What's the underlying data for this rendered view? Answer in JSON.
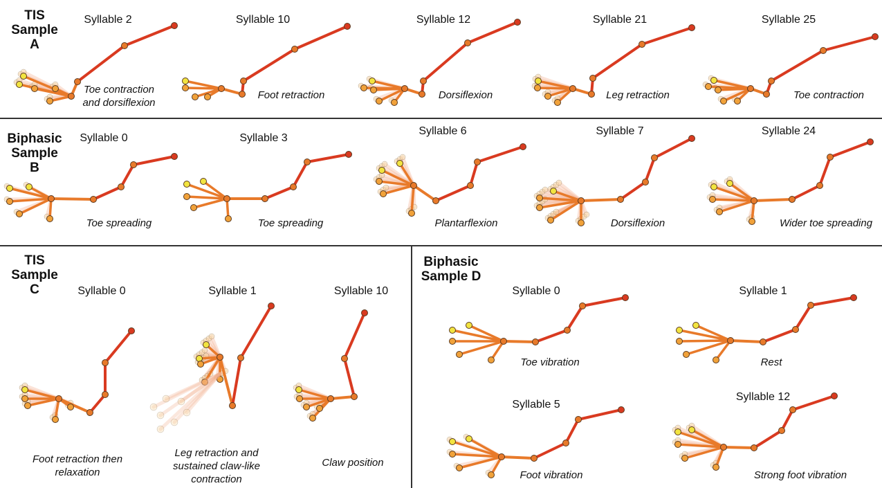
{
  "colors": {
    "leg": "#d93a20",
    "toe": "#e87a2a",
    "toe_tip": "#f2e440",
    "toe_tip_alt": "#f1a23a",
    "ghost": "#f3b08e",
    "divider": "#333333"
  },
  "groups": [
    {
      "line1": "TIS",
      "line2": "Sample A"
    },
    {
      "line1": "Biphasic",
      "line2": "Sample B"
    },
    {
      "line1": "TIS",
      "line2": "Sample C"
    },
    {
      "line1": "Biphasic",
      "line2": "Sample D"
    }
  ],
  "syllables": [
    {
      "title": "Syllable 2",
      "caption": "Toe contraction\nand dorsiflexion"
    },
    {
      "title": "Syllable 10",
      "caption": "Foot retraction"
    },
    {
      "title": "Syllable 12",
      "caption": "Dorsiflexion"
    },
    {
      "title": "Syllable 21",
      "caption": "Leg retraction"
    },
    {
      "title": "Syllable 25",
      "caption": "Toe contraction"
    },
    {
      "title": "Syllable 0",
      "caption": "Toe spreading"
    },
    {
      "title": "Syllable 3",
      "caption": "Toe spreading"
    },
    {
      "title": "Syllable 6",
      "caption": "Plantarflexion"
    },
    {
      "title": "Syllable 7",
      "caption": "Dorsiflexion"
    },
    {
      "title": "Syllable 24",
      "caption": "Wider toe spreading"
    },
    {
      "title": "Syllable 0",
      "caption": "Foot retraction then\nrelaxation"
    },
    {
      "title": "Syllable 1",
      "caption": "Leg retraction and\nsustained claw-like\ncontraction"
    },
    {
      "title": "Syllable 10",
      "caption": "Claw position"
    },
    {
      "title": "Syllable 0",
      "caption": "Toe vibration"
    },
    {
      "title": "Syllable 1",
      "caption": "Rest"
    },
    {
      "title": "Syllable 5",
      "caption": "Foot vibration"
    },
    {
      "title": "Syllable 12",
      "caption": "Strong foot vibration"
    }
  ]
}
